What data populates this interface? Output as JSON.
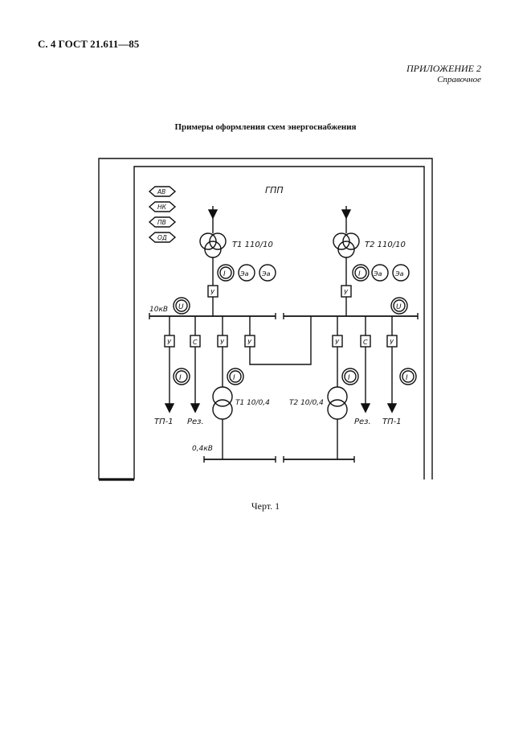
{
  "header": {
    "page_ref": "С. 4 ГОСТ 21.611—85",
    "appendix": "ПРИЛОЖЕНИЕ 2",
    "appendix_note": "Справочное"
  },
  "title": "Примеры оформления схем энергоснабжения",
  "caption": "Черт. 1",
  "diagram": {
    "station_label": "ГПП",
    "legend_diamonds": [
      "АВ",
      "НК",
      "ПВ",
      "ОД"
    ],
    "hv_transformers": [
      {
        "label": "Т1 110/10"
      },
      {
        "label": "Т2 110/10"
      }
    ],
    "meter_labels": {
      "ammeter": "I",
      "energy": "Эа",
      "energy_rev": "Эа",
      "voltmeter": "U"
    },
    "box_labels": {
      "u": "У",
      "s": "С"
    },
    "bus_voltage_10": "10кВ",
    "bus_voltage_04": "0,4кВ",
    "lv_transformers": [
      {
        "label": "Т1 10/0,4"
      },
      {
        "label": "Т2 10/0,4"
      }
    ],
    "feeder_labels": {
      "tp": "ТП-1",
      "rez": "Рез."
    }
  }
}
